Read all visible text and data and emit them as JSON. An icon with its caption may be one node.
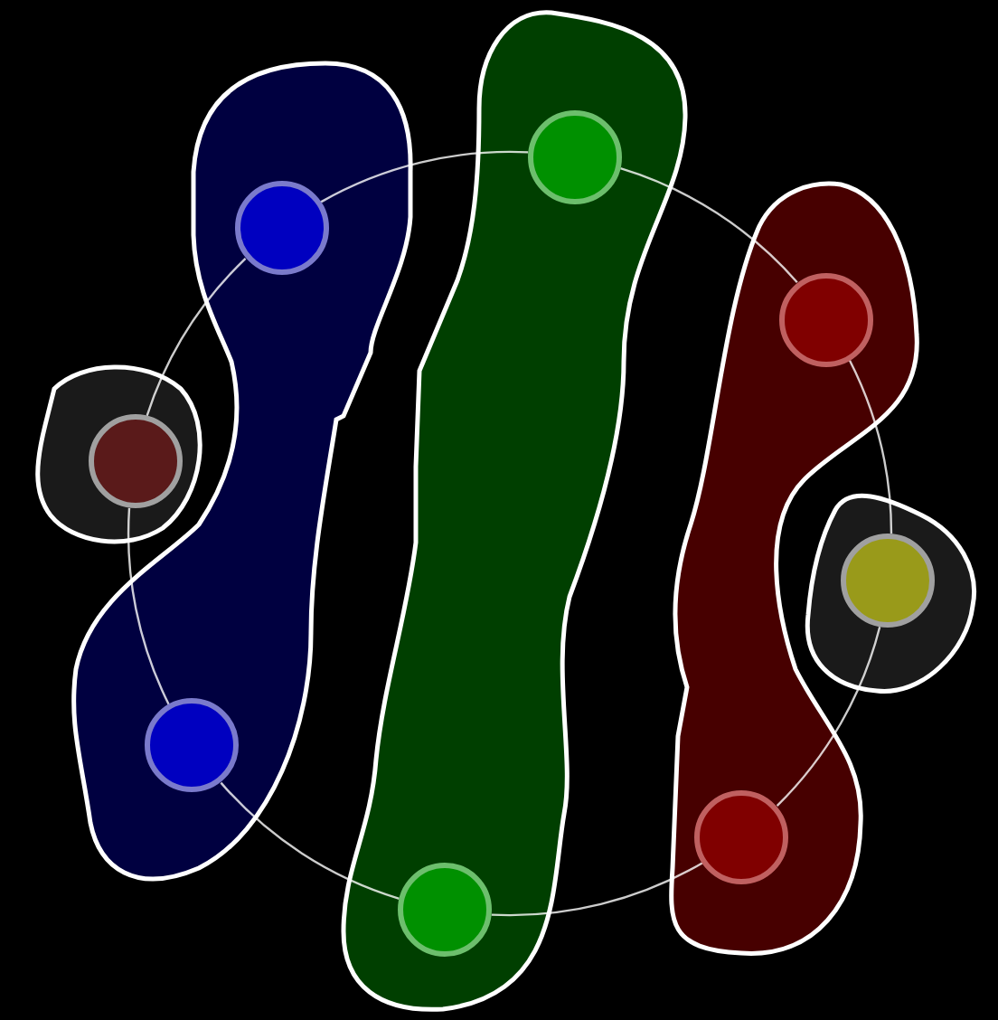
{
  "diagram": {
    "nodes": [
      {
        "text": [],
        "shape": "blob"
      },
      {
        "text": [],
        "shape": "circle",
        "in": 0
      },
      {
        "text": [],
        "shape": "circle",
        "in": 0
      },
      {
        "text": [],
        "shape": "blob"
      },
      {
        "text": [],
        "shape": "circle",
        "in": 3
      },
      {
        "text": [],
        "shape": "blob"
      },
      {
        "text": [],
        "shape": "circle",
        "in": 5
      },
      {
        "text": [],
        "shape": "circle",
        "in": 5
      },
      {
        "text": [],
        "shape": "blob"
      },
      {
        "text": [],
        "shape": "circle",
        "in": 8
      },
      {
        "text": [],
        "shape": "circle",
        "in": 8
      },
      {
        "text": [],
        "shape": "blob"
      },
      {
        "text": [],
        "shape": "circle",
        "in": 11
      }
    ],
    "edges": [
      {
        "from": 1,
        "to": 6,
        "arrow": "none"
      },
      {
        "from": 6,
        "to": 9,
        "arrow": "none"
      },
      {
        "from": 9,
        "to": 12,
        "arrow": "none"
      },
      {
        "from": 12,
        "to": 10,
        "arrow": "none"
      },
      {
        "from": 10,
        "to": 7,
        "arrow": "none"
      },
      {
        "from": 7,
        "to": 2,
        "arrow": "none"
      },
      {
        "from": 2,
        "to": 4,
        "arrow": "none"
      },
      {
        "from": 4,
        "to": 1,
        "arrow": "none"
      }
    ]
  }
}
